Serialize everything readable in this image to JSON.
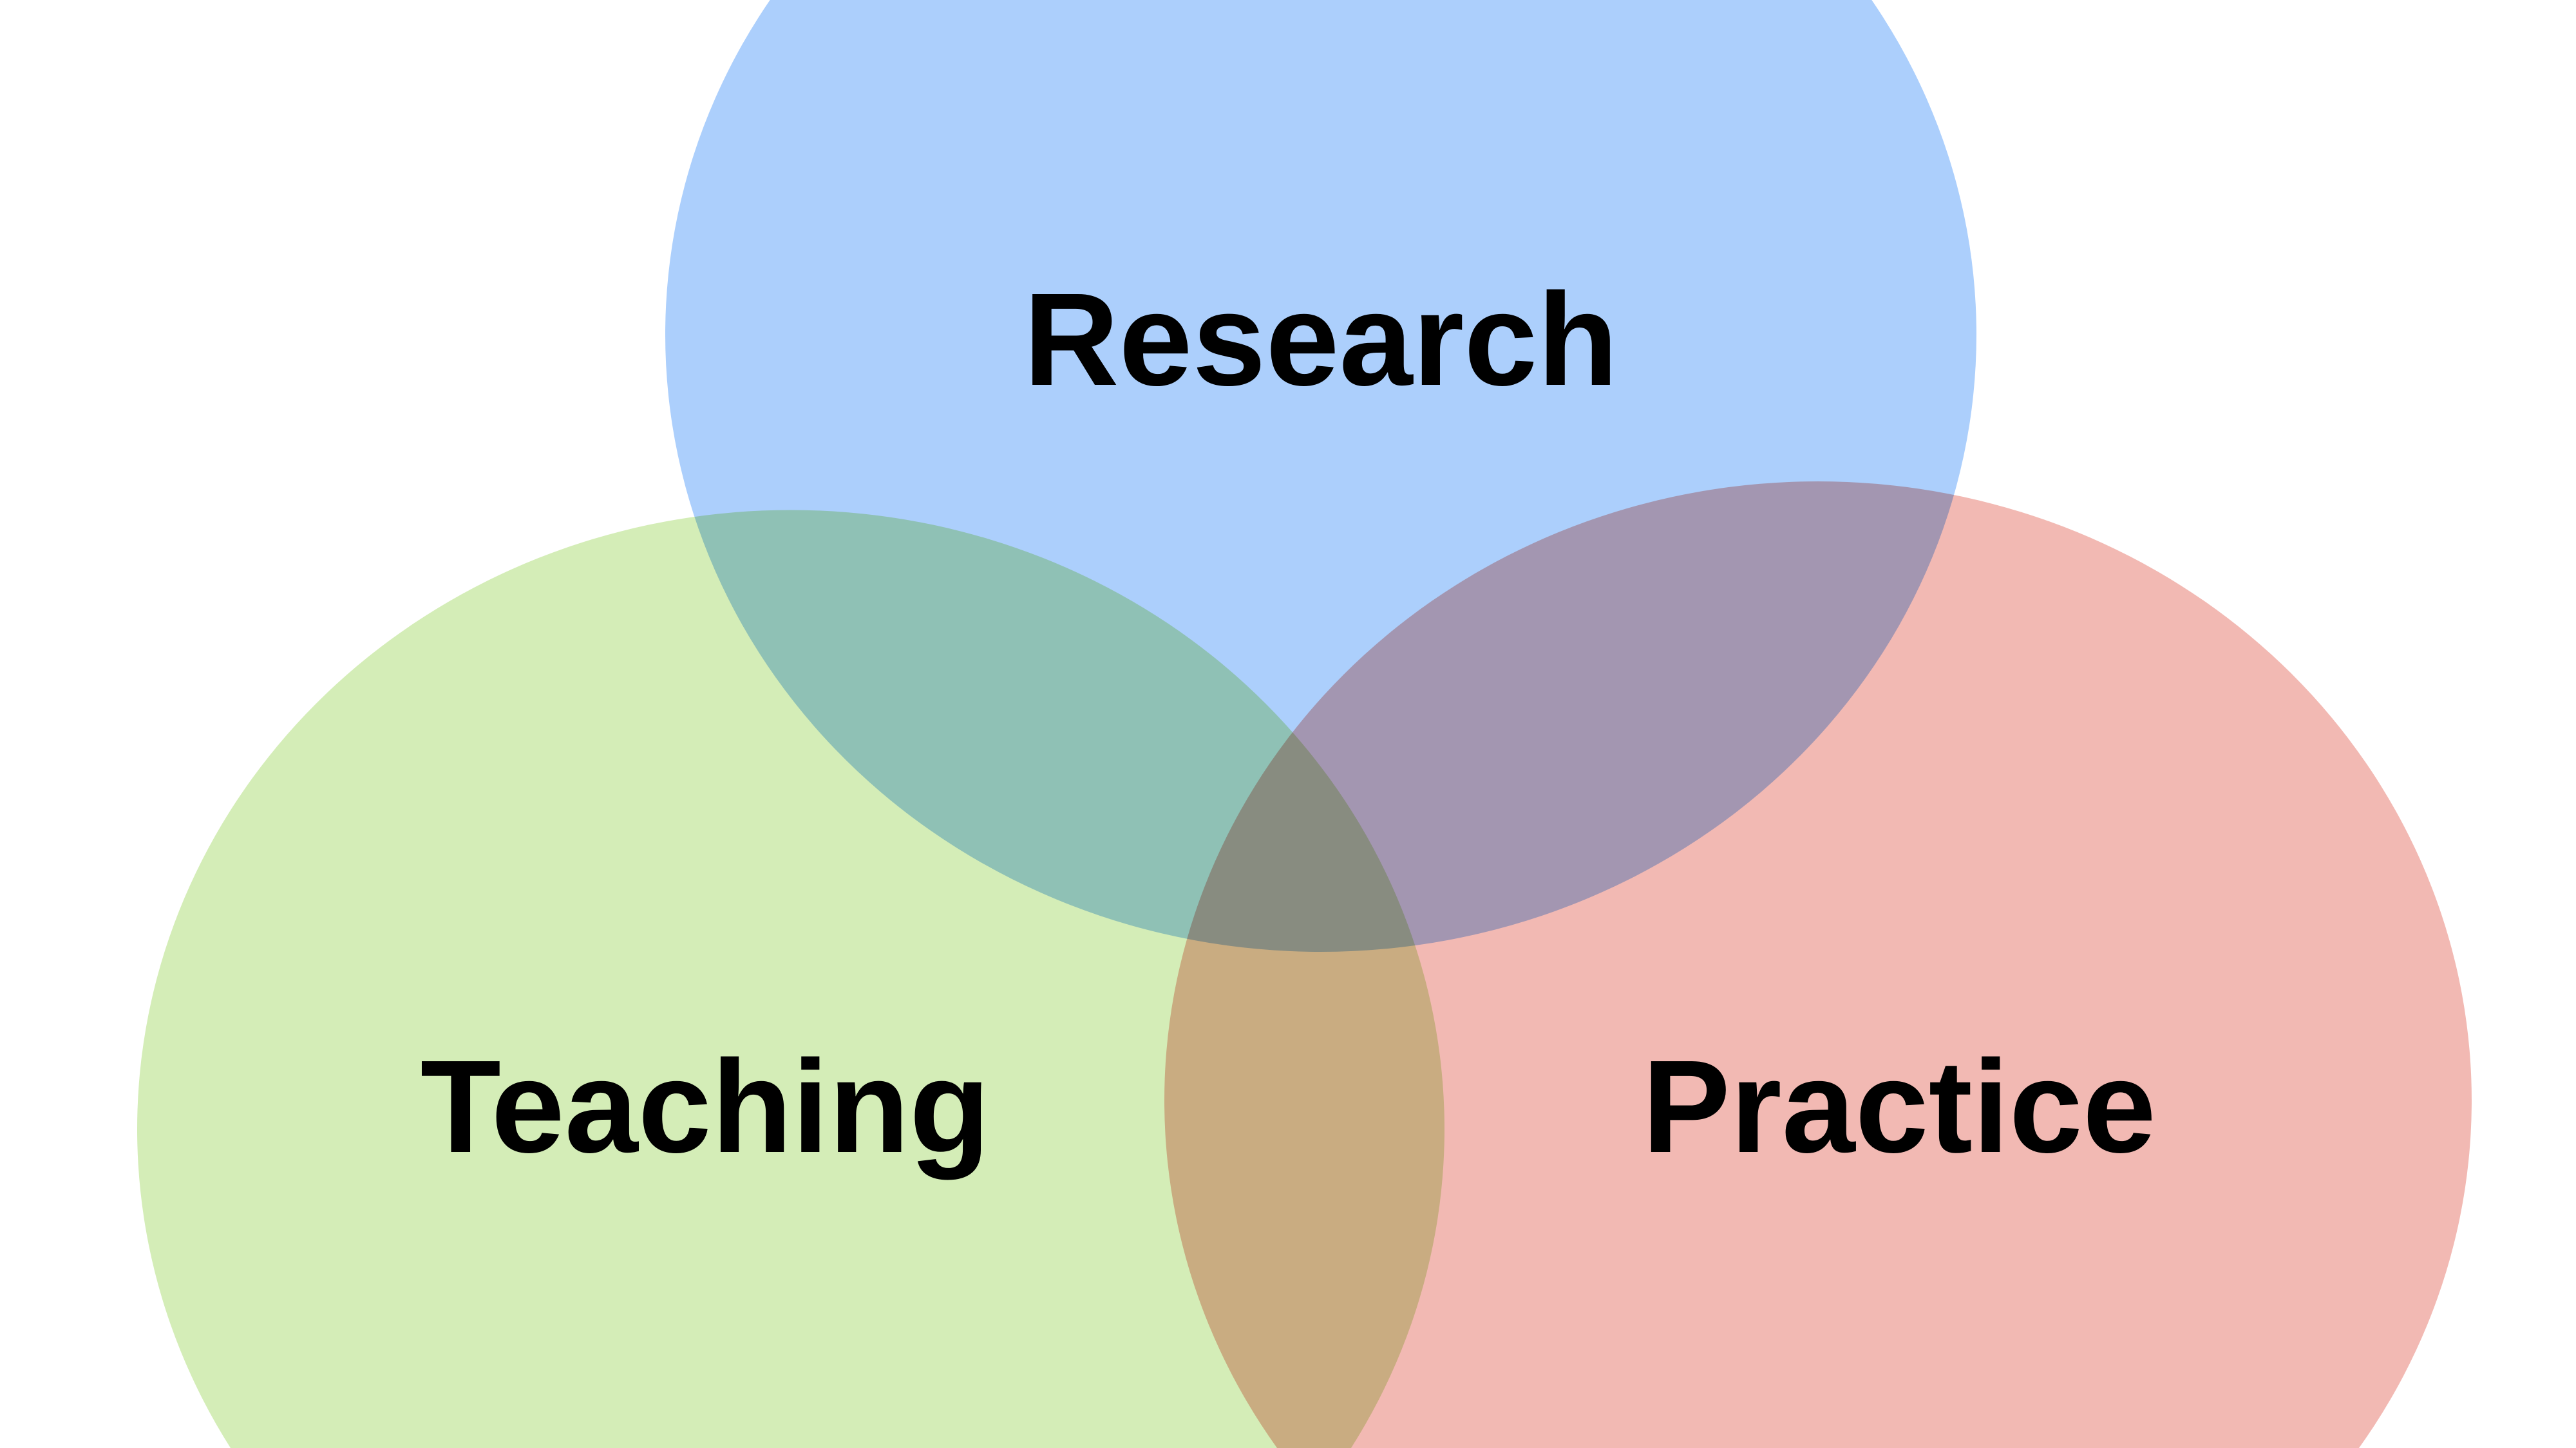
{
  "diagram": {
    "type": "venn",
    "sets": [
      {
        "id": "research",
        "label": "Research",
        "color": "#7fb6fb"
      },
      {
        "id": "teaching",
        "label": "Teaching",
        "color": "#bfe595"
      },
      {
        "id": "practice",
        "label": "Practice",
        "color": "#ea9288"
      }
    ]
  }
}
